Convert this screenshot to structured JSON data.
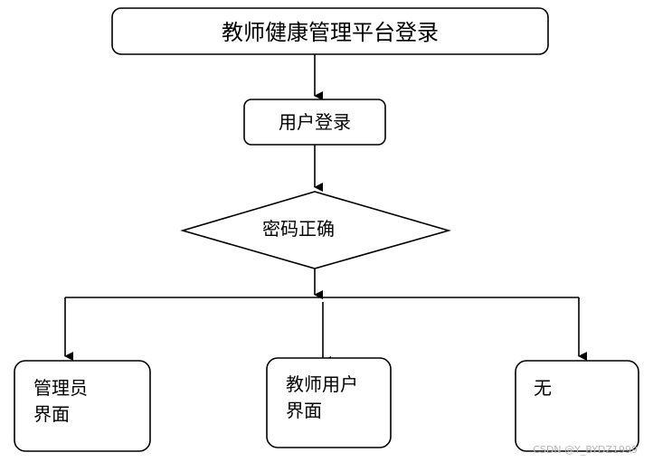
{
  "flowchart": {
    "title": "教师健康管理平台登录",
    "login": "用户登录",
    "decision": "密码正确",
    "branches": {
      "admin": [
        "管理员",
        "界面"
      ],
      "teacher": [
        "教师用户",
        "界面"
      ],
      "none": [
        "无"
      ]
    }
  },
  "watermark": "CSDN @Y_BYDZ1999",
  "colors": {
    "stroke": "#000000",
    "background": "#ffffff",
    "watermark": "#b8b8b8"
  }
}
